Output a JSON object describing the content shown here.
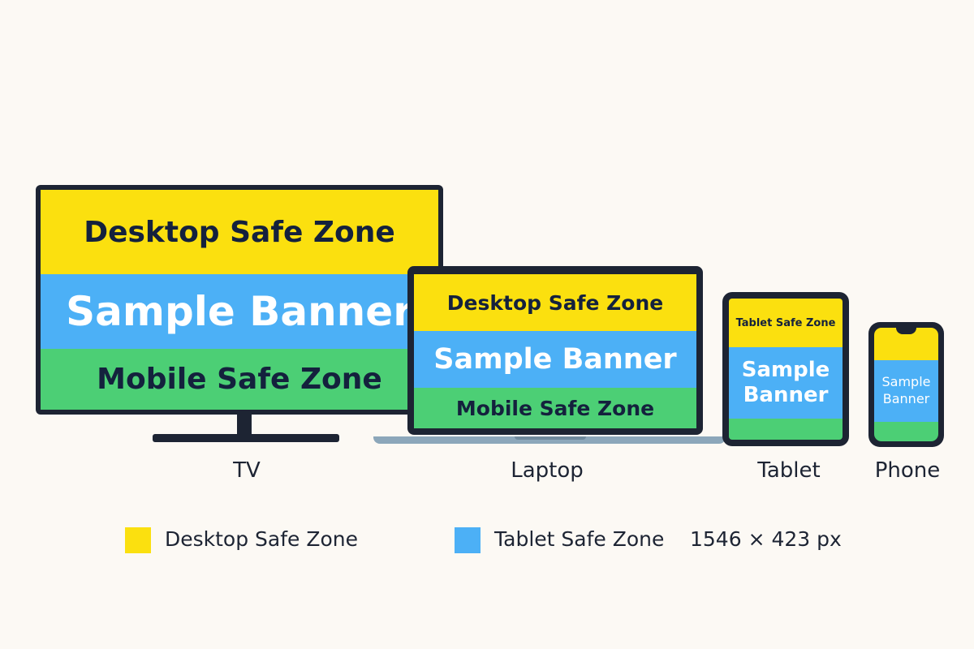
{
  "devices": {
    "tv": {
      "label": "TV",
      "desktop_zone": "Desktop Safe Zone",
      "banner": "Sample Banner",
      "mobile_zone": "Mobile Safe Zone"
    },
    "laptop": {
      "label": "Laptop",
      "desktop_zone": "Desktop Safe Zone",
      "banner": "Sample Banner",
      "mobile_zone": "Mobile Safe Zone"
    },
    "tablet": {
      "label": "Tablet",
      "tablet_zone": "Tablet Safe Zone",
      "banner": "Sample Banner"
    },
    "phone": {
      "label": "Phone",
      "banner": "Sample Banner"
    }
  },
  "legend": {
    "desktop": {
      "label": "Desktop Safe Zone",
      "color": "#fbe00f"
    },
    "tablet": {
      "label": "Tablet Safe Zone",
      "color": "#4cb0f6"
    },
    "dimensions": "1546 × 423 px"
  },
  "colors": {
    "yellow": "#fbe00f",
    "blue": "#4cb0f6",
    "green": "#4ccf75",
    "frame": "#1d2433",
    "background": "#fcf9f4"
  }
}
